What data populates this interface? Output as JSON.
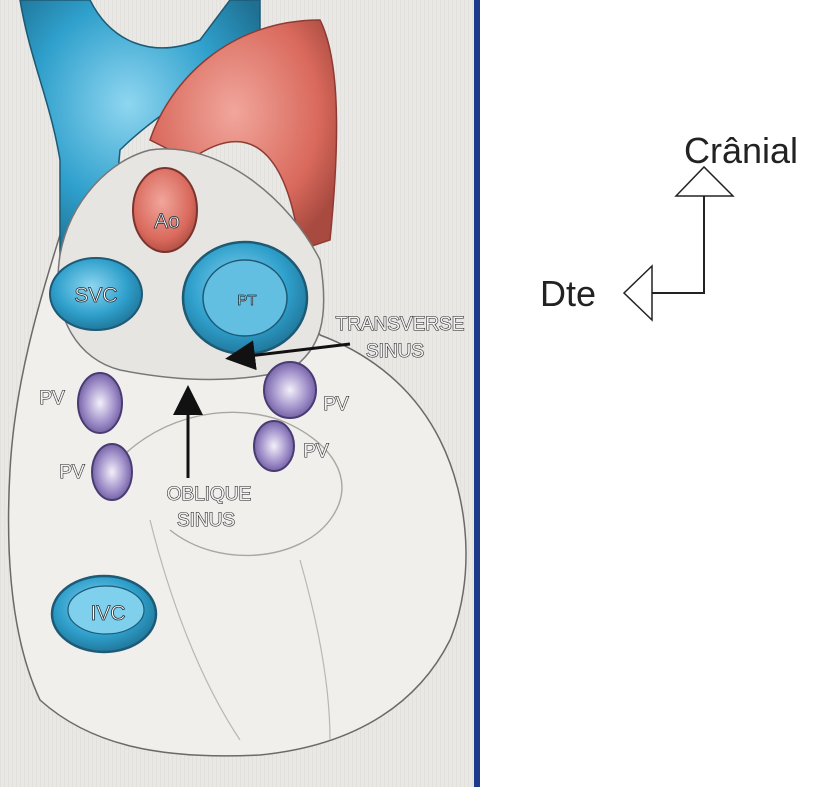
{
  "labels": {
    "ao": "Ao",
    "svc": "SVC",
    "pt": "PT",
    "transverse_line1": "TRANSVERSE",
    "transverse_line2": "SINUS",
    "pv_upper_left": "PV",
    "pv_upper_right": "PV",
    "pv_lower_right": "PV",
    "pv_lower_left": "PV",
    "oblique_line1": "OBLIQUE",
    "oblique_line2": "SINUS",
    "ivc": "IVC"
  },
  "orientation": {
    "cranial": "Crânial",
    "right": "Dte"
  },
  "colors": {
    "vein_blue": "#2f9fc9",
    "artery_red": "#d9695c",
    "pulmonary_vein_purple": "#8a78b8",
    "heart_surface": "#ecebe8"
  }
}
